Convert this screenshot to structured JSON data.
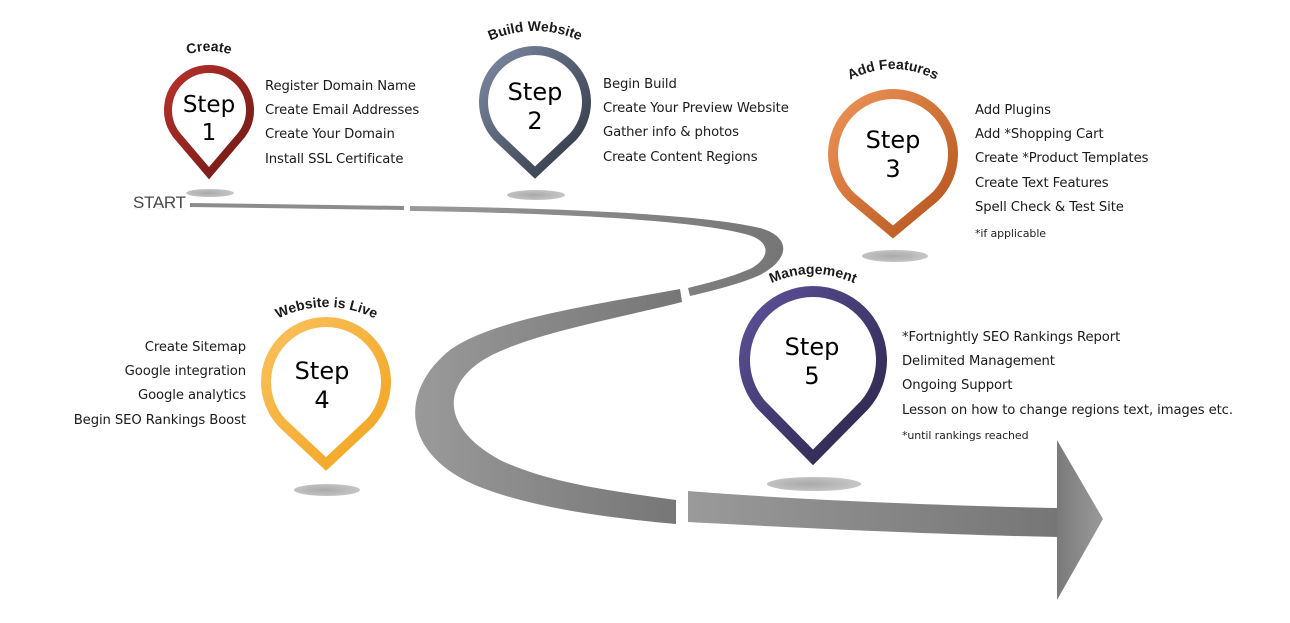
{
  "start_label": "START",
  "steps": [
    {
      "stage": "Create",
      "step_word": "Step",
      "number": "1",
      "color": "#b8302a",
      "color_dark": "#6e1a16",
      "items": [
        "Register Domain Name",
        "Create Email Addresses",
        "Create Your Domain",
        "Install SSL Certificate"
      ],
      "note": ""
    },
    {
      "stage": "Build Website",
      "step_word": "Step",
      "number": "2",
      "color": "#7d8aa3",
      "color_dark": "#2e3441",
      "items": [
        "Begin Build",
        "Create Your Preview Website",
        "Gather info & photos",
        "Create Content Regions"
      ],
      "note": ""
    },
    {
      "stage": "Add Features",
      "step_word": "Step",
      "number": "3",
      "color": "#ee9457",
      "color_dark": "#b3521b",
      "items": [
        "Add Plugins",
        "Add *Shopping Cart",
        "Create *Product Templates",
        "Create Text Features",
        "Spell Check & Test Site"
      ],
      "note": "*if applicable"
    },
    {
      "stage": "Website is Live",
      "step_word": "Step",
      "number": "4",
      "color": "#f9c15c",
      "color_dark": "#f2a41f",
      "items": [
        "Create Sitemap",
        "Google integration",
        "Google analytics",
        "Begin SEO Rankings Boost"
      ],
      "note": ""
    },
    {
      "stage": "Management",
      "step_word": "Step",
      "number": "5",
      "color": "#5e519a",
      "color_dark": "#2a2447",
      "items": [
        "*Fortnightly SEO Rankings Report",
        "Delimited Management",
        "Ongoing Support",
        "Lesson on how to change regions text, images etc."
      ],
      "note": "*until rankings reached"
    }
  ],
  "colors": {
    "road": "#8a8a8a",
    "road_dark": "#6f6f6f",
    "shadow": "#b5b5b5"
  }
}
